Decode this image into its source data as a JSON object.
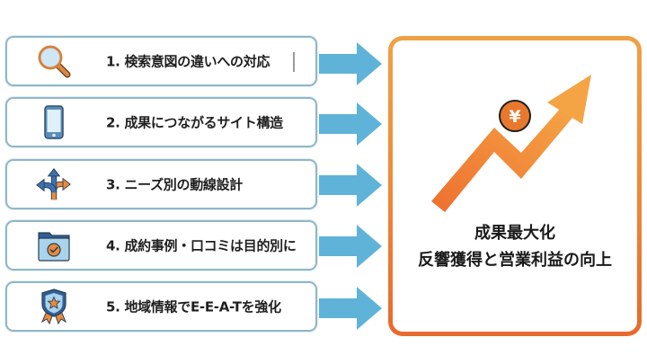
{
  "diagram": {
    "items": [
      {
        "number": "1",
        "label": "1. 検索意図の違いへの対応",
        "icon": "magnifier-icon"
      },
      {
        "number": "2",
        "label": "2. 成果につながるサイト構造",
        "icon": "smartphone-icon"
      },
      {
        "number": "3",
        "label": "3. ニーズ別の動線設計",
        "icon": "split-arrows-icon"
      },
      {
        "number": "4",
        "label": "4. 成約事例・口コミは目的別に",
        "icon": "folder-check-icon"
      },
      {
        "number": "5",
        "label": "5. 地域情報でE-E-A-Tを強化",
        "icon": "badge-star-icon"
      }
    ],
    "result": {
      "line1": "成果最大化",
      "line2": "反響獲得と営業利益の向上",
      "icon": "growth-arrow-yen-icon",
      "currency_symbol": "¥"
    },
    "colors": {
      "item_border": "#8fb7c8",
      "connector_arrow": "#5fb3d9",
      "result_border_top": "#f0a144",
      "result_border_bottom": "#e8692e",
      "growth_arrow": "#f08a3a"
    }
  }
}
